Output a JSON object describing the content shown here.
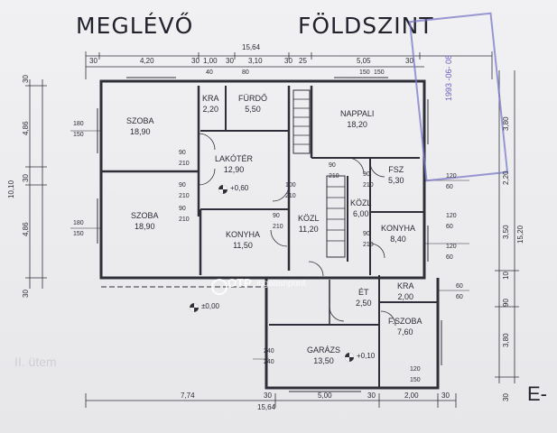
{
  "title": {
    "left": "MEGLÉVŐ",
    "right": "FÖLDSZINT"
  },
  "rooms": [
    {
      "id": "szoba1",
      "name": "SZOBA",
      "area": "18,90"
    },
    {
      "id": "kra1",
      "name": "KRA",
      "area": "2,20"
    },
    {
      "id": "furdo",
      "name": "FÜRDŐ",
      "area": "5,50"
    },
    {
      "id": "nappali",
      "name": "NAPPALI",
      "area": "18,20"
    },
    {
      "id": "lakoter",
      "name": "LAKÓTÉR",
      "area": "12,90"
    },
    {
      "id": "szoba2",
      "name": "SZOBA",
      "area": "18,90"
    },
    {
      "id": "konyha1",
      "name": "KONYHA",
      "area": "11,50"
    },
    {
      "id": "kozl1",
      "name": "KÖZL",
      "area": "11,20"
    },
    {
      "id": "kozl2",
      "name": "KÖZL",
      "area": "6,00"
    },
    {
      "id": "fsz",
      "name": "FSZ",
      "area": "5,30"
    },
    {
      "id": "konyha2",
      "name": "KONYHA",
      "area": "8,40"
    },
    {
      "id": "kra2",
      "name": "KRA",
      "area": "2,00"
    },
    {
      "id": "et",
      "name": "ÉT",
      "area": "2,50"
    },
    {
      "id": "fszoba",
      "name": "F.SZOBA",
      "area": "7,60"
    },
    {
      "id": "garazs",
      "name": "GARÁZS",
      "area": "13,50"
    }
  ],
  "elevations": [
    "+0,60",
    "±0,00",
    "+0,10"
  ],
  "top_dims": {
    "total": "15,64",
    "segs": [
      "30",
      "4,20",
      "30",
      "1,00",
      "30",
      "3,10",
      "30",
      "25",
      "5,05",
      "30"
    ]
  },
  "bottom_dims": {
    "total": "15,64",
    "segs": [
      "7,74",
      "30",
      "5,00",
      "30",
      "2,00",
      "30"
    ]
  },
  "left_dims": {
    "total": "10,10",
    "segs": [
      "30",
      "4,86",
      "30",
      "4,86",
      "30"
    ]
  },
  "right_dims": {
    "total": "15,20",
    "segs": [
      "3,80",
      "2,20",
      "3,50",
      "10",
      "90",
      "3,80",
      "30"
    ]
  },
  "openings": [
    "180",
    "150",
    "180",
    "150",
    "90",
    "210",
    "90",
    "210",
    "90",
    "210",
    "100",
    "210",
    "90",
    "210",
    "90",
    "210",
    "90",
    "210",
    "120",
    "60",
    "120",
    "60",
    "120",
    "60",
    "60",
    "60",
    "240",
    "240",
    "120",
    "150",
    "40",
    "80",
    "150",
    "150",
    "90",
    "210"
  ],
  "stamp": {
    "date": "1993 -06- 08"
  },
  "watermark": {
    "brand": "OTP",
    "site": "ingatlanpont"
  },
  "sheet_label": "II. ütem",
  "corner_label": "E-"
}
